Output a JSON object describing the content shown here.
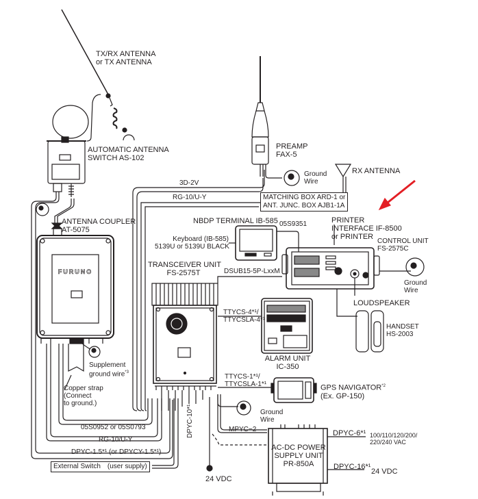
{
  "diagram": {
    "title": "Furuno FS-2575 system interconnection diagram",
    "highlight_arrow_color": "#e31e24",
    "line_color": "#231f20",
    "components": {
      "tx_antenna": {
        "line1": "TX/RX ANTENNA",
        "line2": "or TX ANTENNA"
      },
      "antenna_switch": {
        "line1": "AUTOMATIC ANTENNA",
        "line2": "SWITCH AS-102"
      },
      "preamp": {
        "line1": "PREAMP",
        "line2": "FAX-5"
      },
      "rx_antenna": {
        "label": "RX ANTENNA"
      },
      "matching_box": {
        "line1": "MATCHING BOX ARD-1 or",
        "line2": "ANT. JUNC. BOX AJB1-1A"
      },
      "antenna_coupler": {
        "line1": "ANTENNA COUPLER",
        "line2": "AT-5075",
        "brand": "FURUNO"
      },
      "nbdp_terminal": {
        "label": "NBDP TERMINAL IB-585",
        "keyboard_line1": "Keyboard (IB-585)",
        "keyboard_line2": "5139U or 5139U BLACK"
      },
      "printer": {
        "line1": "PRINTER",
        "line2": "INTERFACE IF-8500",
        "line3": "or PRINTER"
      },
      "control_unit": {
        "line1": "CONTROL UNIT",
        "line2": "FS-2575C"
      },
      "transceiver": {
        "line1": "TRANSCEIVER UNIT",
        "line2": "FS-2575T"
      },
      "loudspeaker": {
        "label": "LOUDSPEAKER"
      },
      "handset": {
        "line1": "HANDSET",
        "line2": "HS-2003"
      },
      "alarm_unit": {
        "line1": "ALARM UNIT",
        "line2": "IC-350"
      },
      "gps": {
        "line1": "GPS NAVIGATOR",
        "line1_sup": "*2",
        "line2": "(Ex. GP-150)"
      },
      "power_supply": {
        "line1": "AC-DC POWER",
        "line2": "SUPPLY UNIT",
        "line3": "PR-850A"
      },
      "external_switch": {
        "label": "External Switch　(user supply)"
      },
      "copper_strap": {
        "line1": "Copper strap",
        "line2": "(Connect",
        "line3": "to ground.)"
      },
      "supplement_ground": {
        "line1": "Supplement",
        "line2": "ground wire",
        "sup": "*3"
      }
    },
    "ground_wire_label": {
      "line1": "Ground",
      "line2": "Wire"
    },
    "cables": {
      "c_3d2v": "3D-2V",
      "c_rg10_top": "RG-10/U-Y",
      "c_05s9351": "05S9351",
      "c_dsub": "DSUB15-5P-LxxM",
      "c_ttycs4_l1": "TTYCS-4*¹/",
      "c_ttycs4_l2": "TTYCSLA-4*¹",
      "c_ttycs1_l1": "TTYCS-1*¹/",
      "c_ttycs1_l2": "TTYCSLA-1*¹",
      "c_05s0952": "05S0952 or 05S0793",
      "c_rg10_bottom": "RG-10/U-Y",
      "c_dpyc15": "DPYC-1.5*¹ (or DPYCY-1.5*¹)",
      "c_dpyc10": "DPYC-10*¹",
      "c_mpyc2": "MPYC−2",
      "c_dpyc6": "DPYC-6*¹",
      "c_dpyc16": "DPYC-16*¹",
      "ac_supply_l1": "100/110/120/200/",
      "ac_supply_l2": "220/240 VAC",
      "dc_24_right": "24 VDC",
      "dc_24_bottom": "24 VDC"
    }
  }
}
